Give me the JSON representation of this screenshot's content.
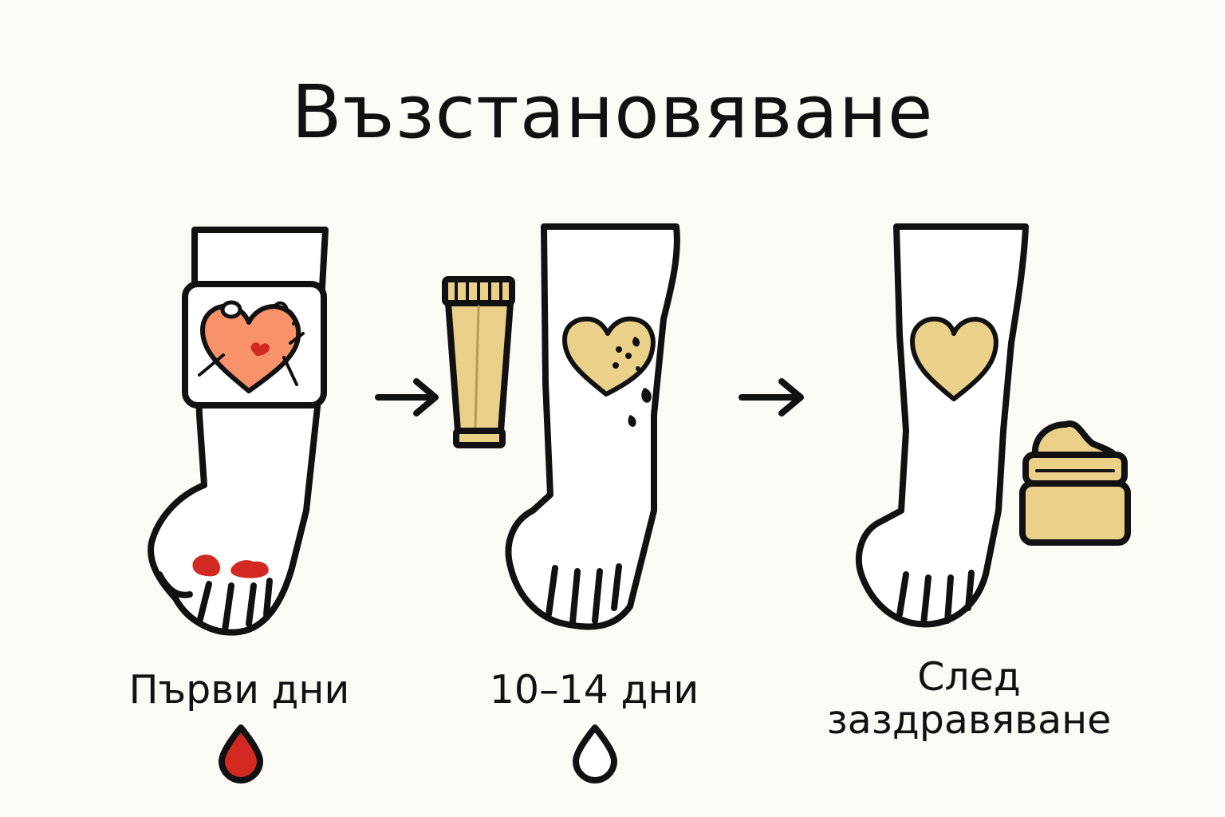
{
  "title": "Възстановяване",
  "stages": [
    {
      "label": "Първи дни",
      "icon": "blood-drop-icon"
    },
    {
      "label": "10–14 дни",
      "icon": "water-drop-icon"
    },
    {
      "label_lines": [
        "След",
        "заздравяване"
      ],
      "icon": "cream-jar-icon"
    }
  ],
  "colors": {
    "background": "#fcfaf5",
    "outline": "#111111",
    "fresh_tattoo": "#f7926a",
    "blood": "#d22a22",
    "healing": "#ebd08a"
  }
}
